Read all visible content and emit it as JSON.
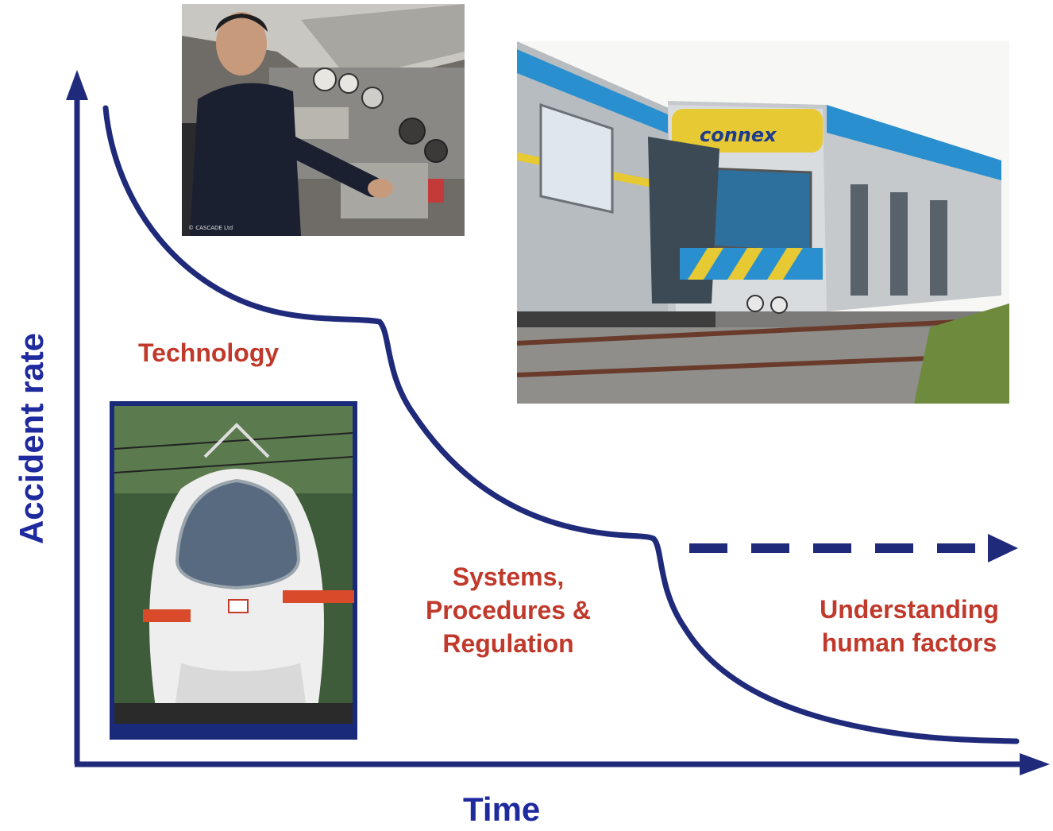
{
  "axes": {
    "y_label": "Accident rate",
    "x_label": "Time"
  },
  "phases": {
    "technology": "Technology",
    "systems_line1": "Systems,",
    "systems_line2": "Procedures &",
    "systems_line3": "Regulation",
    "human_line1": "Understanding",
    "human_line2": "human factors"
  },
  "photos": {
    "cab_credit": "© CASCADE Ltd",
    "crash_logo_text": "connex"
  },
  "colors": {
    "axis": "#1f2a7a",
    "curve": "#1f2a7a",
    "label_red": "#c0392b",
    "axis_title": "#1f2a9e"
  }
}
